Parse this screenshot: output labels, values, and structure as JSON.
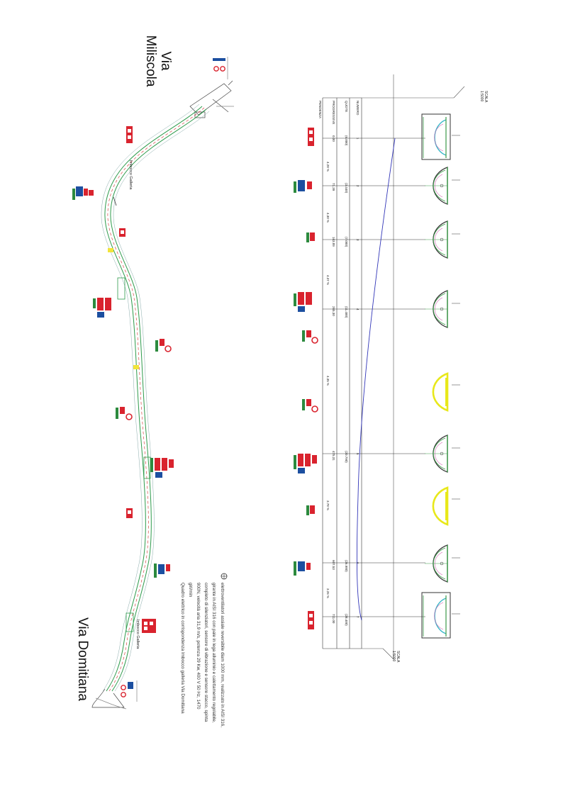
{
  "labels": {
    "via_north": [
      "Via",
      "Miliscola"
    ],
    "via_south": "Via Domitiana",
    "imbocco_north": "Imbocco Galleria",
    "imbocco_south": "Imbocco Galleria",
    "scala_top": [
      "SCALA",
      "1:5000"
    ],
    "scala_bottom": [
      "SCALA",
      "1:5000"
    ]
  },
  "profile_headers": [
    "NUMERO",
    "QUOTE",
    "PROGRESSIVE",
    "PENDENZA"
  ],
  "stations": [
    {
      "numero": "1",
      "quota": "(6.000)",
      "progressiva": "0.00"
    },
    {
      "numero": "2",
      "quota": "(3.440)",
      "progressiva": "71.39"
    },
    {
      "numero": "3",
      "quota": "(7.000)",
      "progressiva": "163.89"
    },
    {
      "numero": "4",
      "quota": "(11.400)",
      "progressiva": "265.30"
    },
    {
      "numero": "5",
      "quota": "(20.790)",
      "progressiva": "475.31"
    },
    {
      "numero": "6",
      "quota": "(26.980)",
      "progressiva": "607.53"
    },
    {
      "numero": "7",
      "quota": "(28.400)",
      "progressiva": "711.00"
    }
  ],
  "slopes": [
    "4.28 %",
    "4.30 %",
    "4.37 %",
    "4.35 %",
    "3.78 %",
    "3.26 %"
  ],
  "note": {
    "lines": [
      "elettroventilatori assiale reversibile diam 1000 mm, realizzato in AISI 316,",
      "girante in AISI 316 con pale in lega alluminio e calettamento regolabile,",
      "completo di silenziatori, sensore di vibrazione e sensore stacco, spinta",
      "900N, velocità aria 31,9 m/s, potenza 29 Kw, 400 V 50 Hz, 1470",
      "giri/min",
      "Quadro elettrico in corrispondenza Imbocco galleria Via Domitiana"
    ]
  },
  "colors": {
    "road_line": "#2e9b4c",
    "axis_red": "#d22a2a",
    "sign_red": "#d9232e",
    "sign_green": "#2c8a3e",
    "sign_blue": "#1c4fa0",
    "profile_line": "#3236b8",
    "section_yellow": "#e8e81a",
    "section_cyan": "#38b7c8",
    "section_green": "#3a9a48",
    "section_pink": "#d060b0"
  }
}
